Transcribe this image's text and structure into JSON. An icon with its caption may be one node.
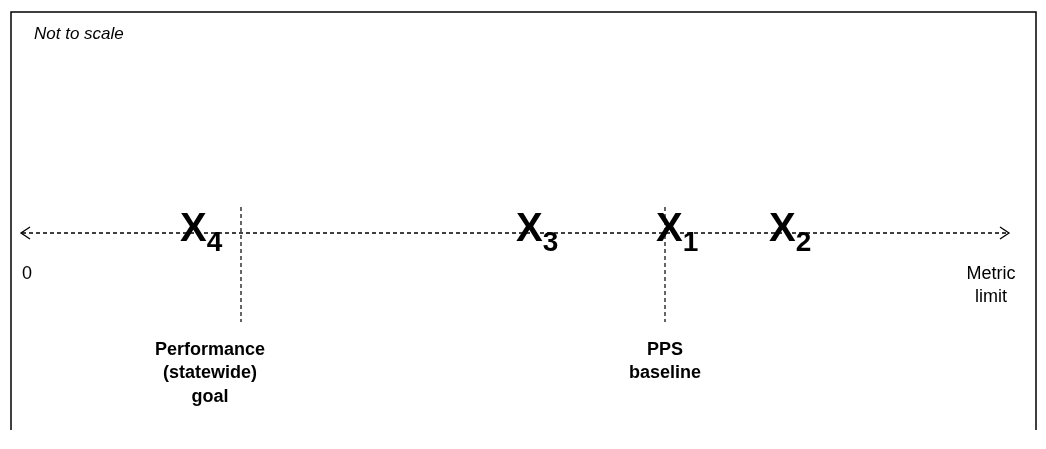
{
  "diagram": {
    "labels": [
      "Not to scale",
      "X$_{4}$",
      "X$_{3}$",
      "X$_{1}$",
      "X$_{2}$",
      "0",
      "Metric limit",
      "Performance (statewide) goal",
      "PPS baseline"
    ]
  }
}
